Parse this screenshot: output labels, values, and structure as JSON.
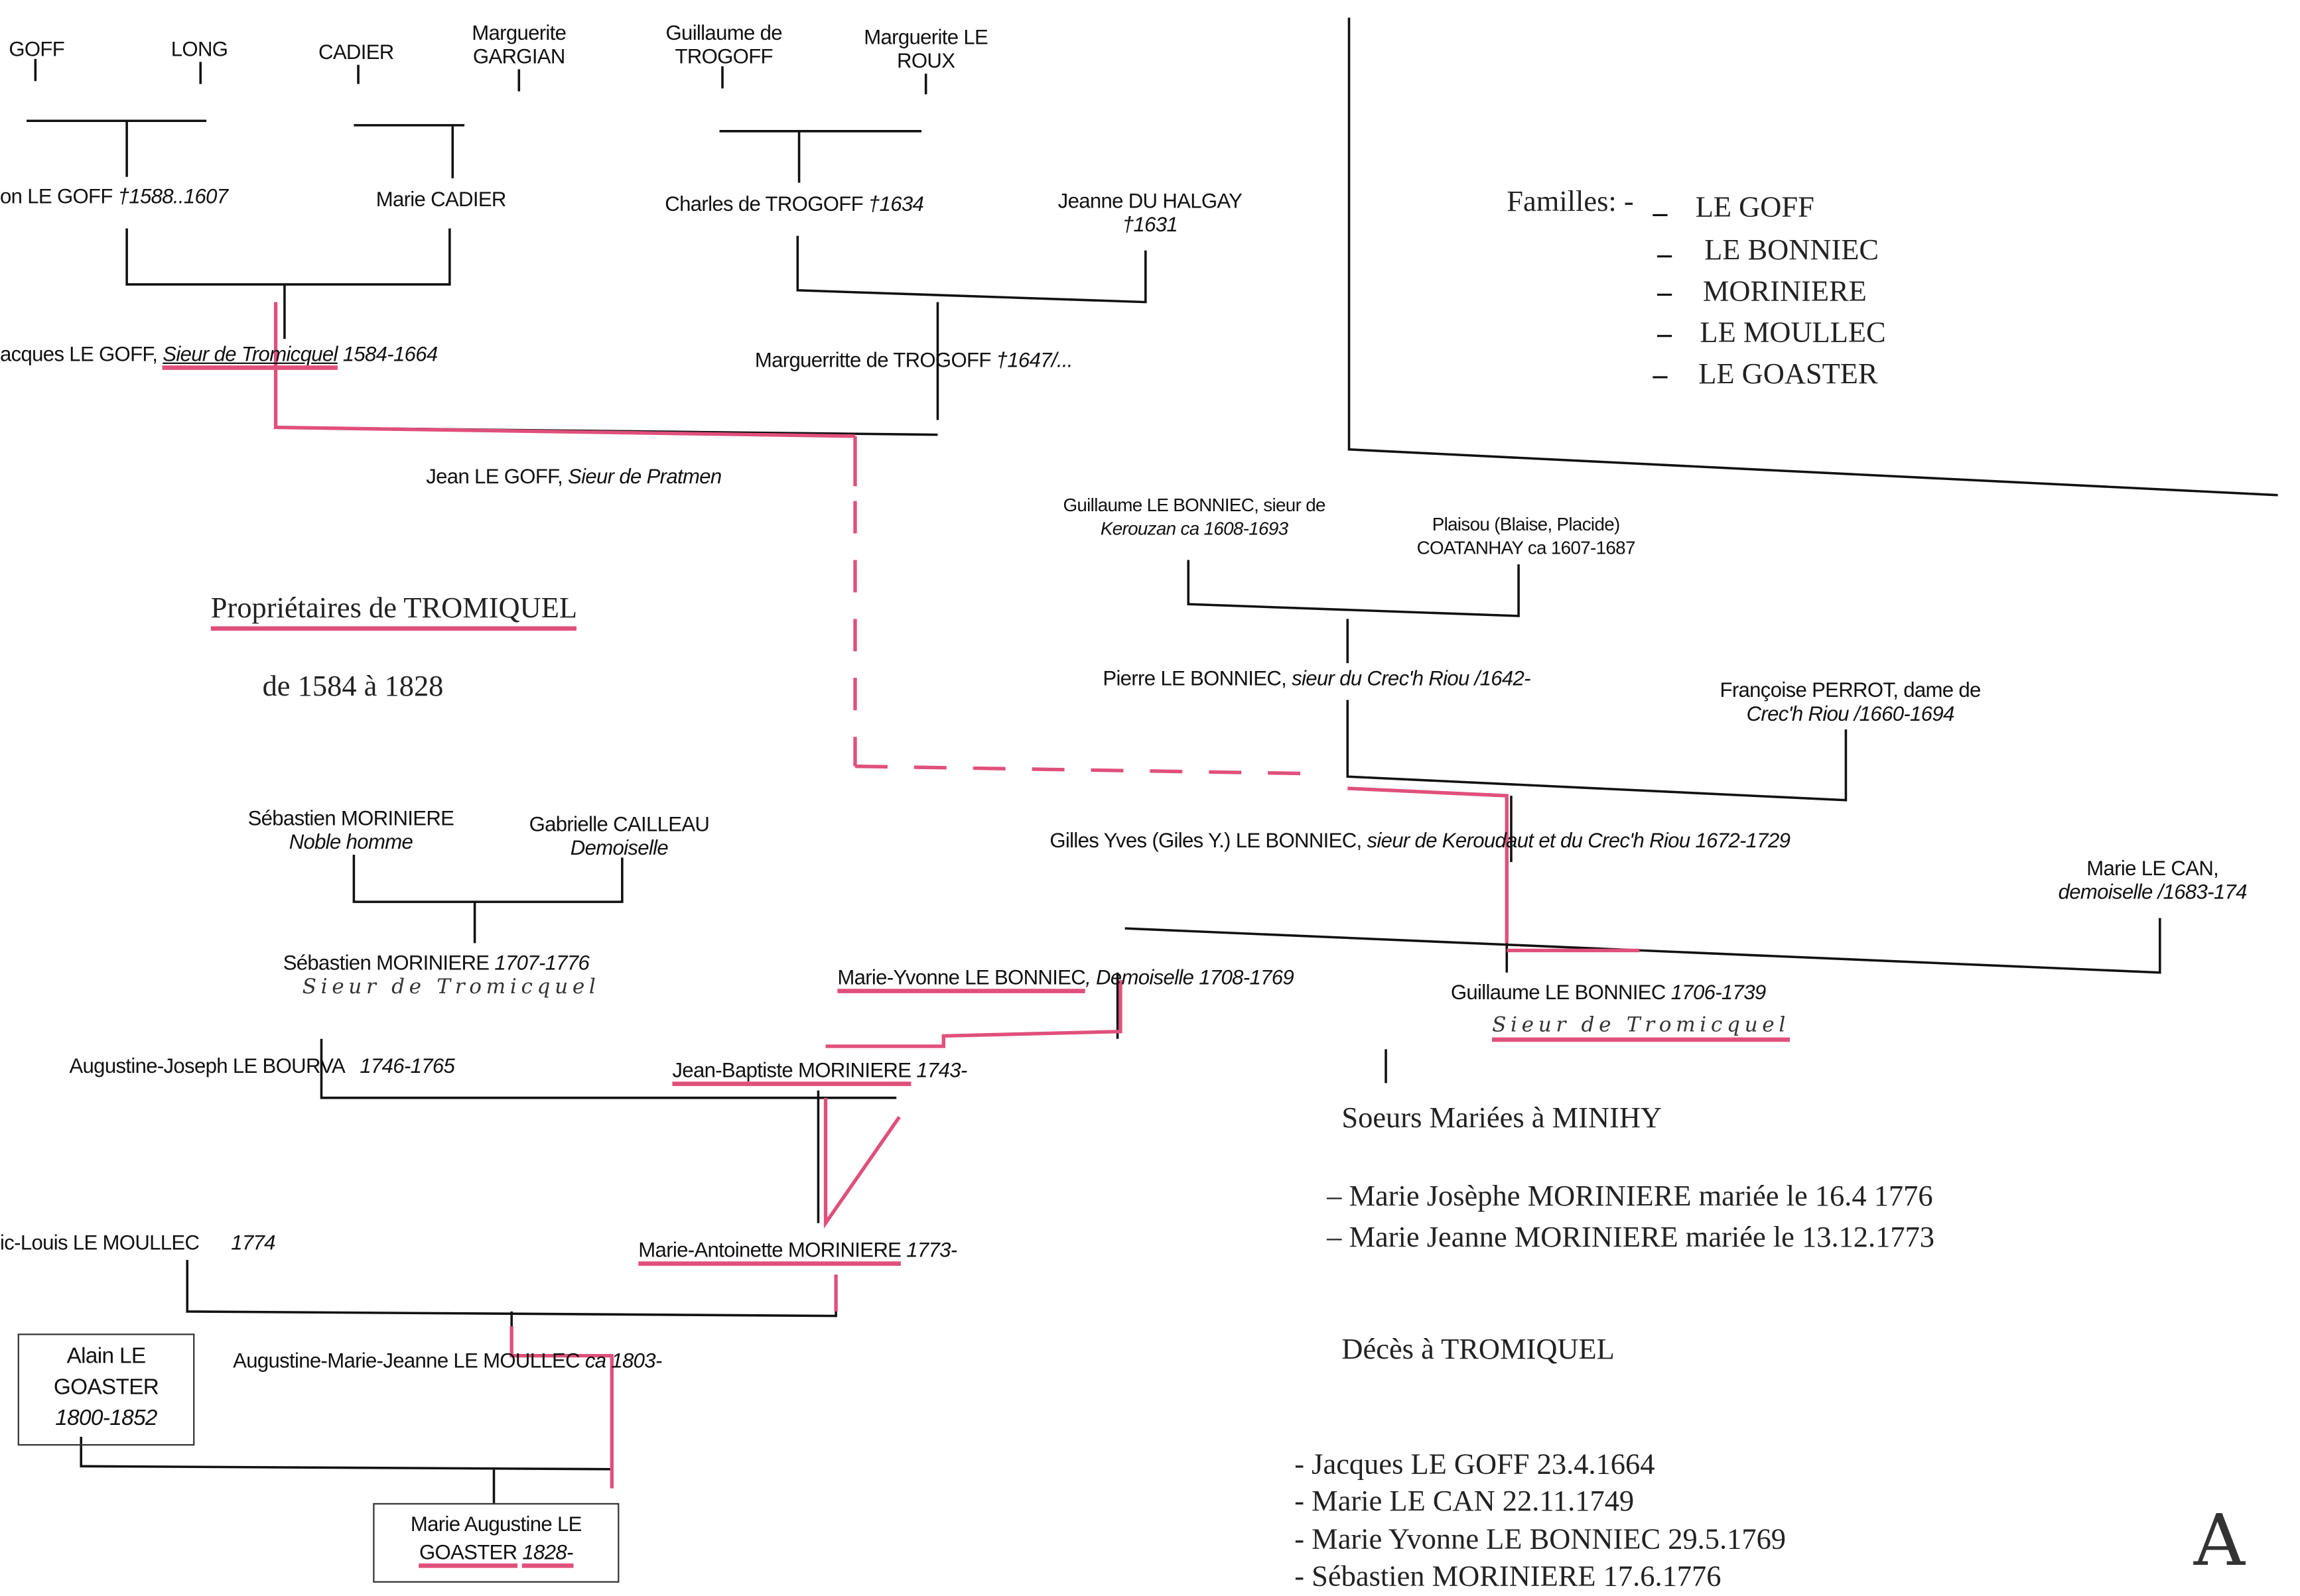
{
  "colors": {
    "ink": "#111111",
    "highlight": "#e0507a"
  },
  "gen1": {
    "goff": "GOFF",
    "long": "LONG",
    "cadier": "CADIER",
    "gargian": "Marguerite GARGIAN",
    "trogoff": "Guillaume de TROGOFF",
    "roux1": "Marguerite LE",
    "roux2": "ROUX"
  },
  "gen2": {
    "legoff": "on LE GOFF",
    "legoff_dates": "†1588..1607",
    "cadier": "Marie CADIER",
    "charles": "Charles de TROGOFF",
    "charles_dates": "†1634",
    "halgay": "Jeanne DU HALGAY",
    "halgay_dates": "†1631"
  },
  "gen3": {
    "jacques": "acques LE GOFF,",
    "jacques_title": "Sieur de Tromicquel",
    "jacques_dates": "1584-1664",
    "marguerritte": "Marguerritte de TROGOFF",
    "marguerritte_dates": "†1647/..."
  },
  "gen4": {
    "jean": "Jean LE GOFF",
    "jean_title": "Sieur de Pratmen"
  },
  "title": {
    "main": "Propriétaires de TROMIQUEL",
    "range": "de 1584 à 1828"
  },
  "familles": {
    "label": "Familles:",
    "items": [
      "LE GOFF",
      "LE BONNIEC",
      "MORINIERE",
      "LE MOULLEC",
      "LE GOASTER"
    ]
  },
  "bonniec": {
    "guillaume1": "Guillaume LE BONNIEC, sieur de",
    "guillaume2": "Kerouzan ca 1608-1693",
    "plaisou1": "Plaisou (Blaise, Placide)",
    "plaisou2": "COATANHAY ca 1607-1687",
    "pierre": "Pierre LE BONNIEC,",
    "pierre_rest": "sieur du Crec'h Riou /1642-",
    "francoise1": "Françoise PERROT, dame de",
    "francoise2": "Crec'h Riou /1660-1694",
    "gilles": "Gilles Yves (Giles Y.) LE BONNIEC,",
    "gilles_rest": "sieur de Keroudaut et du Crec'h Riou 1672-1729",
    "lecan1": "Marie LE CAN,",
    "lecan2": "demoiselle /1683-174"
  },
  "moriniere": {
    "seb_father": "Sébastien MORINIERE",
    "seb_father_title": "Noble homme",
    "gabrielle": "Gabrielle CAILLEAU",
    "gabrielle_title": "Demoiselle",
    "sebastien": "Sébastien MORINIERE",
    "sebastien_dates": "1707-1776",
    "sebastien_hand": "Sieur de Tromicquel",
    "marie_yvonne": "Marie-Yvonne LE BONNIEC",
    "marie_yvonne_rest": ", Demoiselle 1708-1769",
    "guillaume": "Guillaume LE BONNIEC",
    "guillaume_dates": "1706-1739",
    "guillaume_hand": "Sieur de Tromicquel",
    "augustine_joseph": "Augustine-Joseph LE BOURVA",
    "augustine_joseph_dates": "1746-1765",
    "jean_baptiste": "Jean-Baptiste MORINIERE",
    "jean_baptiste_dates": "1743-",
    "moullec": "ic-Louis LE MOULLEC",
    "moullec_dates": "1774",
    "marie_antoinette": "Marie-Antoinette MORINIERE",
    "marie_antoinette_dates": "1773-"
  },
  "goaster": {
    "alain1": "Alain LE",
    "alain2": "GOASTER",
    "alain3": "1800-1852",
    "augustine": "Augustine-Marie-Jeanne LE MOULLEC",
    "augustine_dates": "ca 1803-",
    "marie1": "Marie Augustine LE",
    "marie2": "GOASTER",
    "marie_dates": "1828-"
  },
  "soeurs": {
    "title": "Soeurs Mariées à MINIHY",
    "items": [
      "–   Marie Josèphe MORINIERE mariée le  16.4 1776",
      "–   Marie Jeanne MORINIERE mariée le  13.12.1773"
    ]
  },
  "deces": {
    "title": "Décès à TROMIQUEL",
    "items": [
      "- Jacques  LE GOFF  23.4.1664",
      "- Marie LE CAN          22.11.1749",
      "- Marie Yvonne  LE BONNIEC  29.5.1769",
      "- Sébastien MORINIERE     17.6.1776"
    ]
  },
  "page_mark": "A"
}
